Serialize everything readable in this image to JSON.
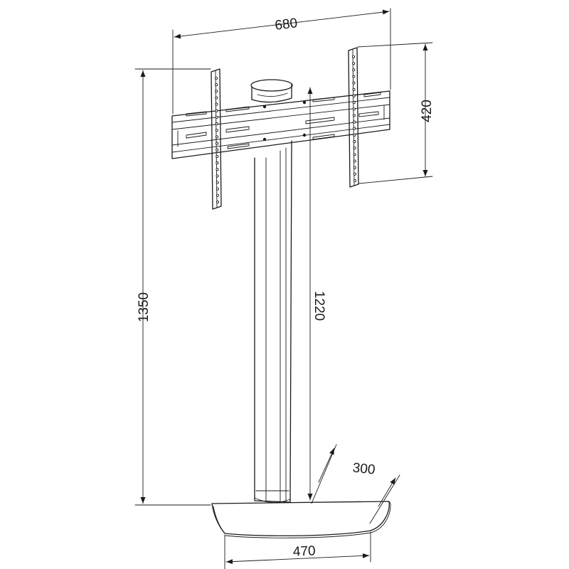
{
  "dimensions": {
    "top_width": "680",
    "plate_height": "420",
    "total_height": "1350",
    "column_height": "1220",
    "base_depth": "300",
    "base_width": "470"
  }
}
